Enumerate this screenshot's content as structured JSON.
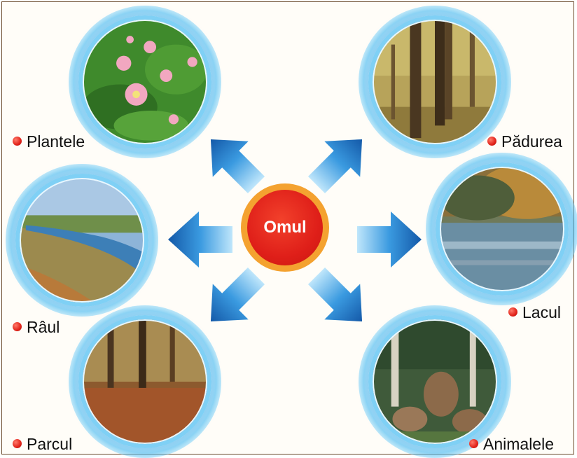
{
  "center": {
    "label": "Omul"
  },
  "nodes": {
    "plantele": {
      "label": "Plantele",
      "icon": "flower-photo"
    },
    "padurea": {
      "label": "Pădurea",
      "icon": "forest-photo"
    },
    "raul": {
      "label": "Râul",
      "icon": "river-photo"
    },
    "lacul": {
      "label": "Lacul",
      "icon": "lake-photo"
    },
    "parcul": {
      "label": "Parcul",
      "icon": "park-photo"
    },
    "animalele": {
      "label": "Animalele",
      "icon": "deer-photo"
    }
  },
  "colors": {
    "arrow": "#1f73c4",
    "center_fill": "#e2231a",
    "center_ring": "#f4a230",
    "halo": "#5ec4f2",
    "bullet": "#e2231a"
  }
}
